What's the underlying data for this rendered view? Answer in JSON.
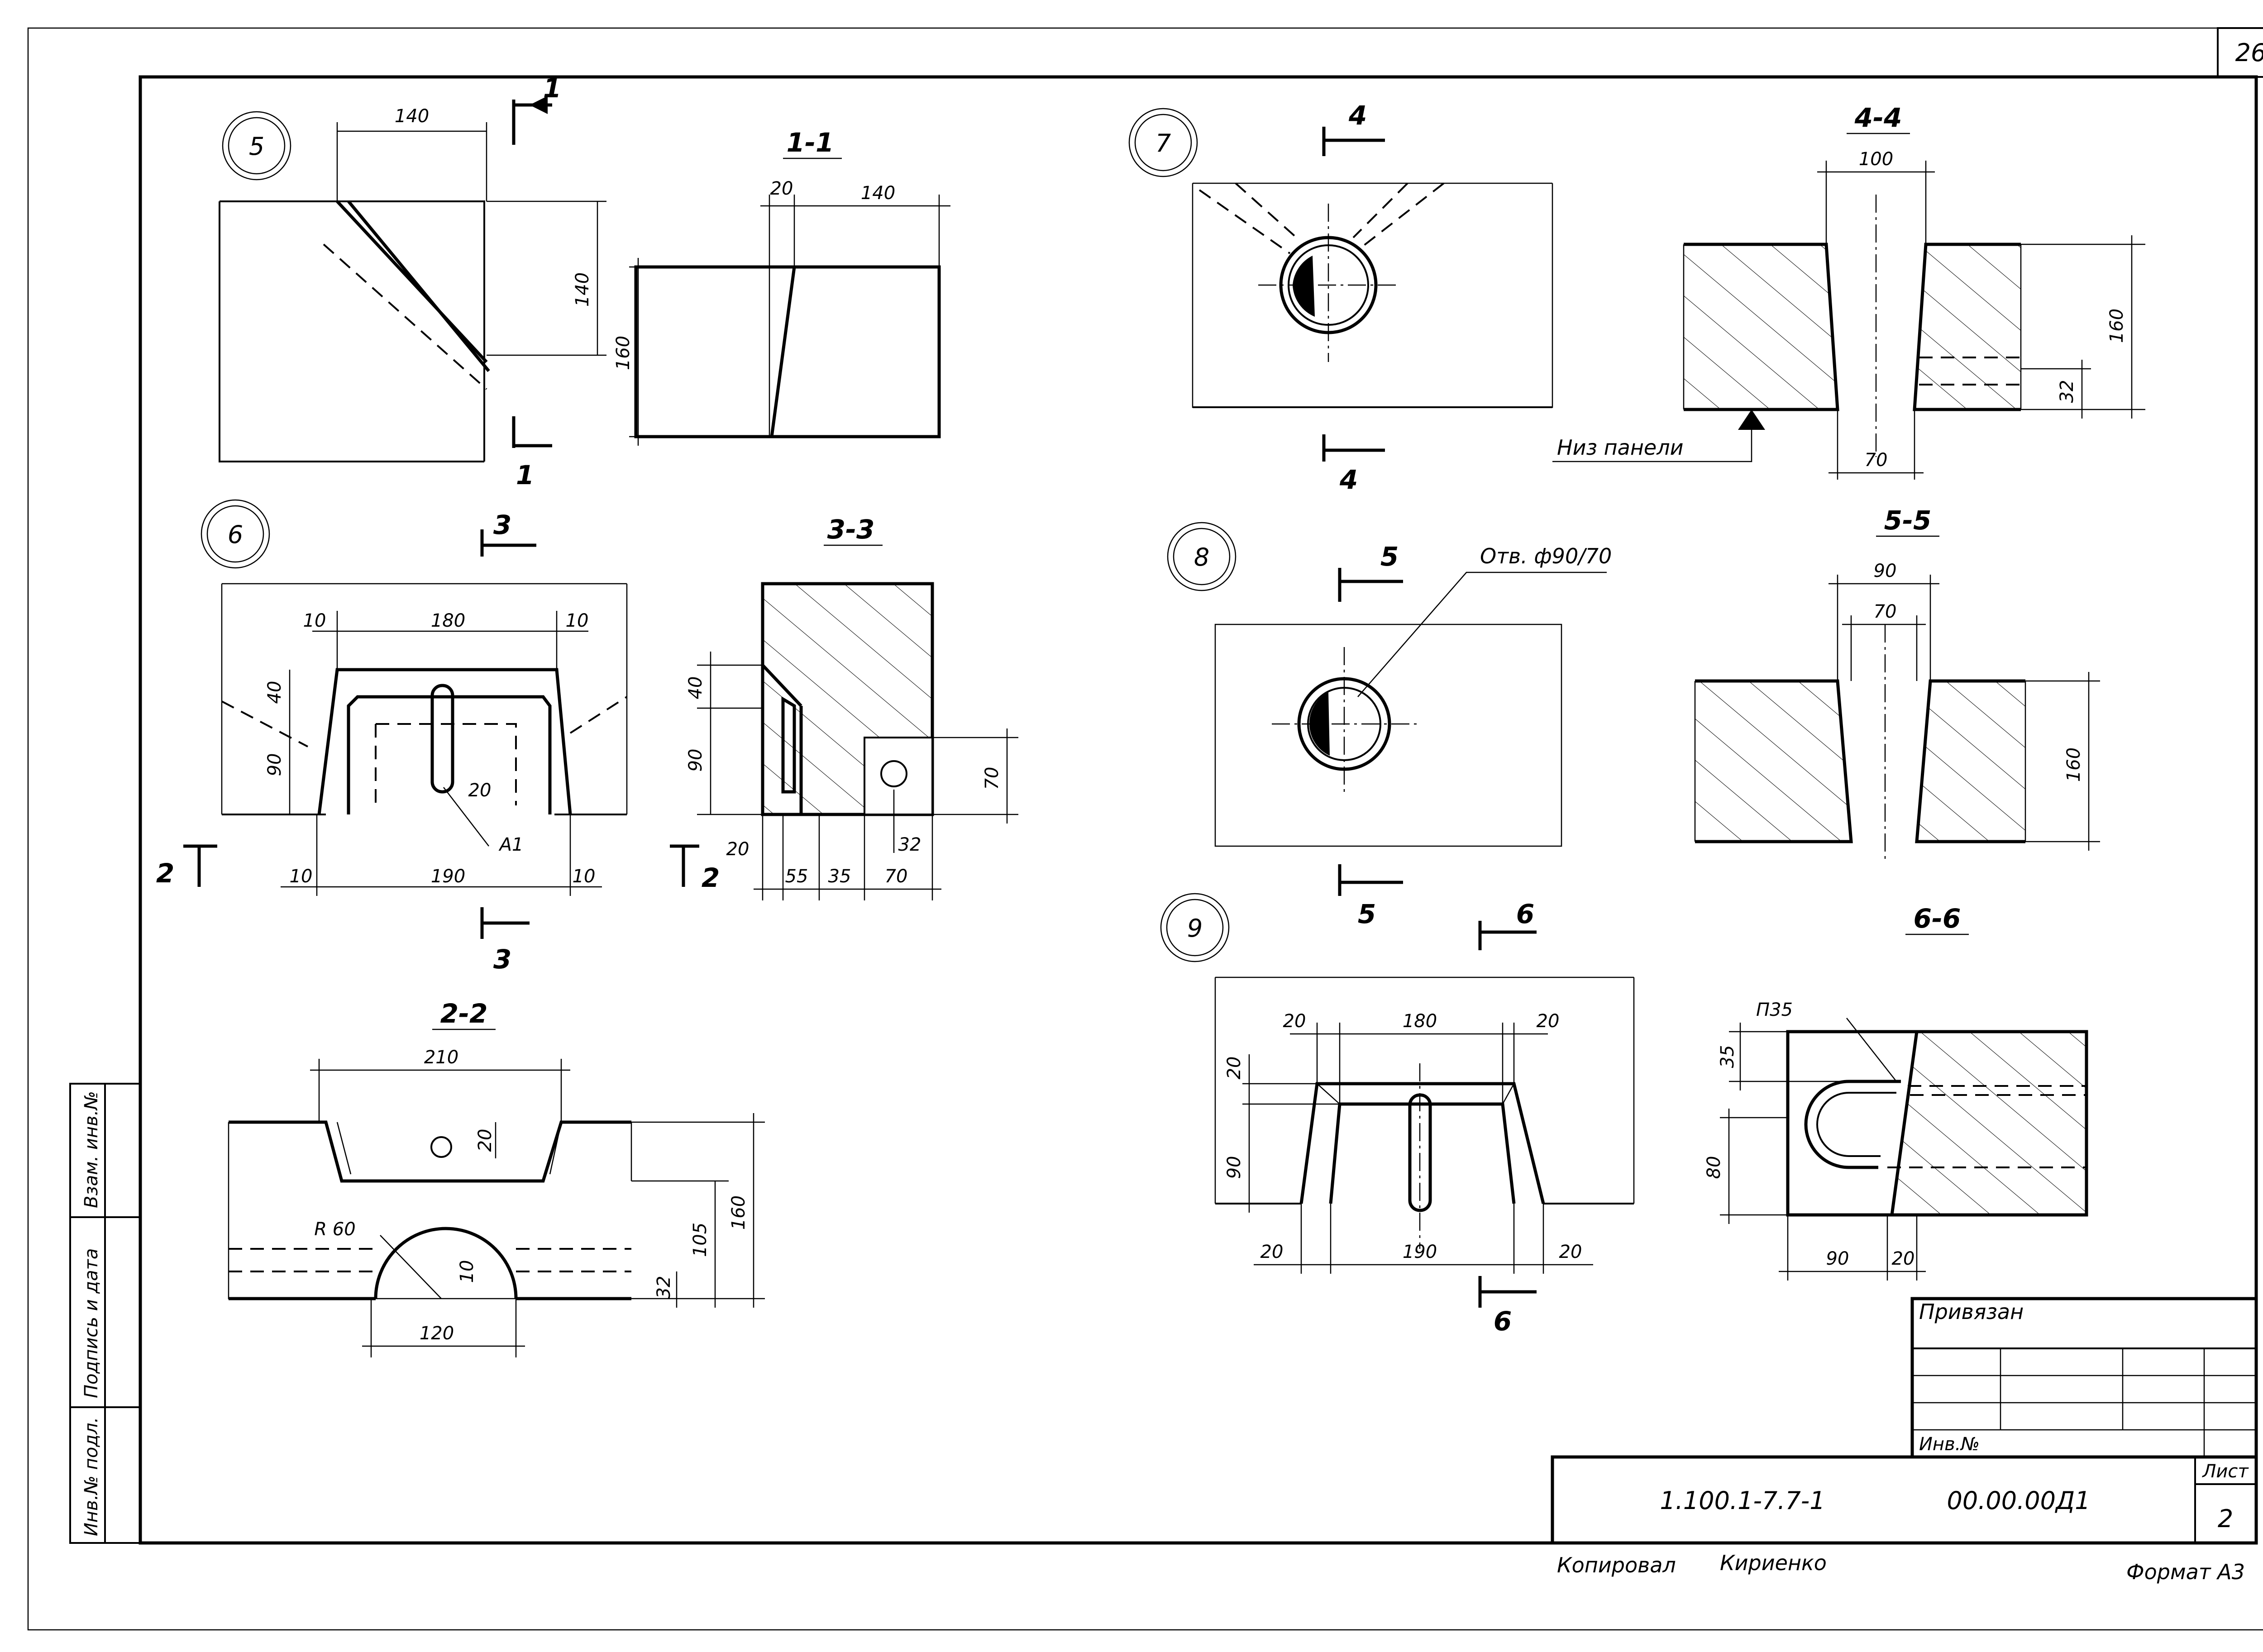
{
  "sheet": {
    "page_number": "26",
    "title_block": {
      "privyazan": "Привязан",
      "inv_no": "Инв.№",
      "designation": "1.100.1-7.7-1",
      "code": "00.00.00Д1",
      "list_label": "Лист",
      "list_number": "2",
      "copied_by_label": "Копировал",
      "copied_by_name": "Кириенко",
      "format": "Формат А3"
    },
    "side_stamp": {
      "inv_podl": "Инв.№ подл.",
      "podpis_data": "Подпись и дата",
      "vzam_inv": "Взам. инв.№"
    }
  },
  "views": {
    "v5": {
      "circle": "5",
      "section_name": "1-1",
      "cut_label": "1",
      "dims": {
        "top": "140",
        "side": "140",
        "s_h": "160",
        "s_t1": "20",
        "s_t2": "140"
      }
    },
    "v6": {
      "circle": "6",
      "section_3": "3-3",
      "section_2": "2-2",
      "cut_3": "3",
      "cut_2": "2",
      "dims": {
        "top_l": "10",
        "top_m": "180",
        "top_r": "10",
        "bot_l": "10",
        "bot_m": "190",
        "bot_r": "10",
        "h40": "40",
        "h90": "90",
        "w20": "20",
        "a1": "A1",
        "s3_h40": "40",
        "s3_h90": "90",
        "s3_70": "70",
        "s3_b20": "20",
        "s3_b55": "55",
        "s3_b35": "35",
        "s3_b70": "70",
        "s3_b32": "32",
        "s2_210": "210",
        "s2_20": "20",
        "s2_r60": "R 60",
        "s2_10": "10",
        "s2_105": "105",
        "s2_160": "160",
        "s2_32": "32",
        "s2_120": "120"
      }
    },
    "v7": {
      "circle": "7",
      "section_name": "4-4",
      "cut_label": "4",
      "dims": {
        "top100": "100",
        "h160": "160",
        "h32": "32",
        "b70": "70"
      },
      "note": "Низ панели"
    },
    "v8": {
      "circle": "8",
      "section_name": "5-5",
      "cut_label": "5",
      "hole_note": "Отв. ф90/70",
      "dims": {
        "t90": "90",
        "t70": "70",
        "h160": "160"
      }
    },
    "v9": {
      "circle": "9",
      "section_name": "6-6",
      "cut_label": "6",
      "dims": {
        "top_l": "20",
        "top_m": "180",
        "top_r": "20",
        "h20": "20",
        "h90": "90",
        "bot_l": "20",
        "bot_m": "190",
        "bot_r": "20",
        "p35": "П35",
        "s35": "35",
        "s80": "80",
        "s90": "90",
        "s20": "20"
      }
    }
  }
}
